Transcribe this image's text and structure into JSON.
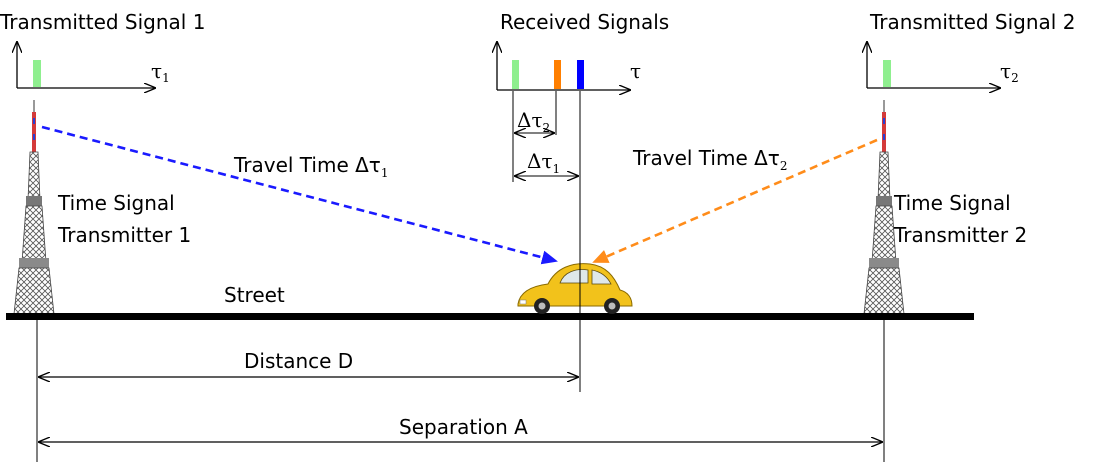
{
  "signals": {
    "tx1_title": "Transmitted Signal 1",
    "rx_title": "Received Signals",
    "tx2_title": "Transmitted Signal 2",
    "tau": "τ",
    "tau1_sub": "1",
    "tau2_sub": "2"
  },
  "labels": {
    "delta_tau": "Δτ",
    "delta_tau1_sub": "1",
    "delta_tau2_sub": "2",
    "travel_time_1": "Travel Time Δτ",
    "travel_time_1_sub": "1",
    "travel_time_2": "Travel Time Δτ",
    "travel_time_2_sub": "2",
    "transmitter_1_line1": "Time Signal",
    "transmitter_1_line2": "Transmitter 1",
    "transmitter_2_line1": "Time Signal",
    "transmitter_2_line2": "Transmitter 2",
    "street": "Street",
    "distance": "Distance D",
    "separation": "Separation A"
  },
  "colors": {
    "signal_green": "#8fef8f",
    "signal_orange": "#ff7f00",
    "signal_blue": "#0000ff",
    "path_blue": "#1a1aff",
    "path_orange": "#ff8c1a",
    "car_yellow": "#f2c21b"
  }
}
